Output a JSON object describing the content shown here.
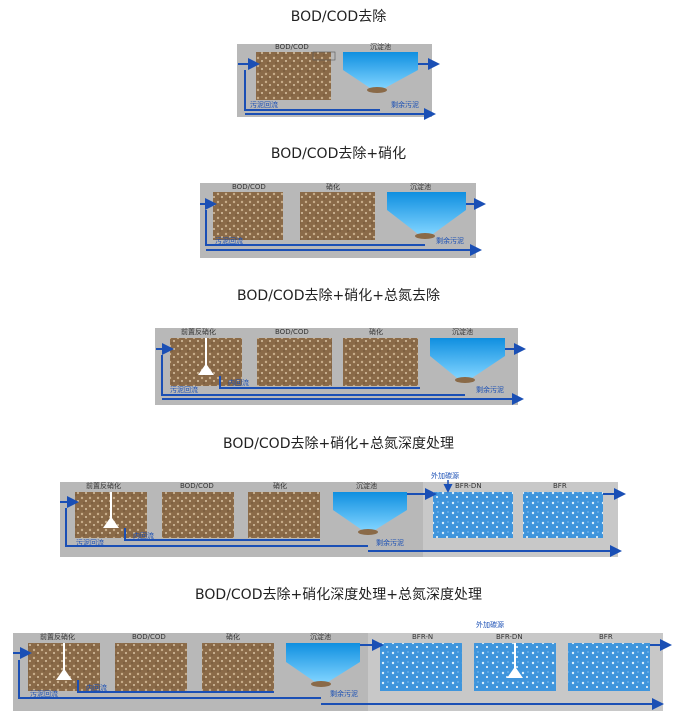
{
  "colors": {
    "flow": "#1a4fb5",
    "concrete": "#b8b8b8",
    "sludge": "#8a6a48",
    "water": "#1ea0e6",
    "bfr": "#4fa6e8"
  },
  "diagrams": [
    {
      "title": "BOD/COD去除",
      "labels": {
        "t1": "BOD/COD",
        "clar": "沉淀池",
        "ret": "污泥回流",
        "ex": "剩余污泥"
      }
    },
    {
      "title": "BOD/COD去除+硝化",
      "labels": {
        "t1": "BOD/COD",
        "t2": "硝化",
        "clar": "沉淀池",
        "ret": "污泥回流",
        "ex": "剩余污泥"
      }
    },
    {
      "title": "BOD/COD去除+硝化+总氮去除",
      "labels": {
        "t0": "前置反硝化",
        "t1": "BOD/COD",
        "t2": "硝化",
        "clar": "沉淀池",
        "ret": "污泥回流",
        "inner": "内回流",
        "ex": "剩余污泥"
      }
    },
    {
      "title": "BOD/COD去除+硝化+总氮深度处理",
      "labels": {
        "t0": "前置反硝化",
        "t1": "BOD/COD",
        "t2": "硝化",
        "clar": "沉淀池",
        "ret": "污泥回流",
        "inner": "内回流",
        "ex": "剩余污泥",
        "carbon": "外加碳源",
        "b1": "BFR-DN",
        "b2": "BFR"
      }
    },
    {
      "title": "BOD/COD去除+硝化深度处理+总氮深度处理",
      "labels": {
        "t0": "前置反硝化",
        "t1": "BOD/COD",
        "t2": "硝化",
        "clar": "沉淀池",
        "ret": "污泥回流",
        "inner": "内回流",
        "ex": "剩余污泥",
        "carbon": "外加碳源",
        "b0": "BFR-N",
        "b1": "BFR-DN",
        "b2": "BFR"
      }
    }
  ]
}
